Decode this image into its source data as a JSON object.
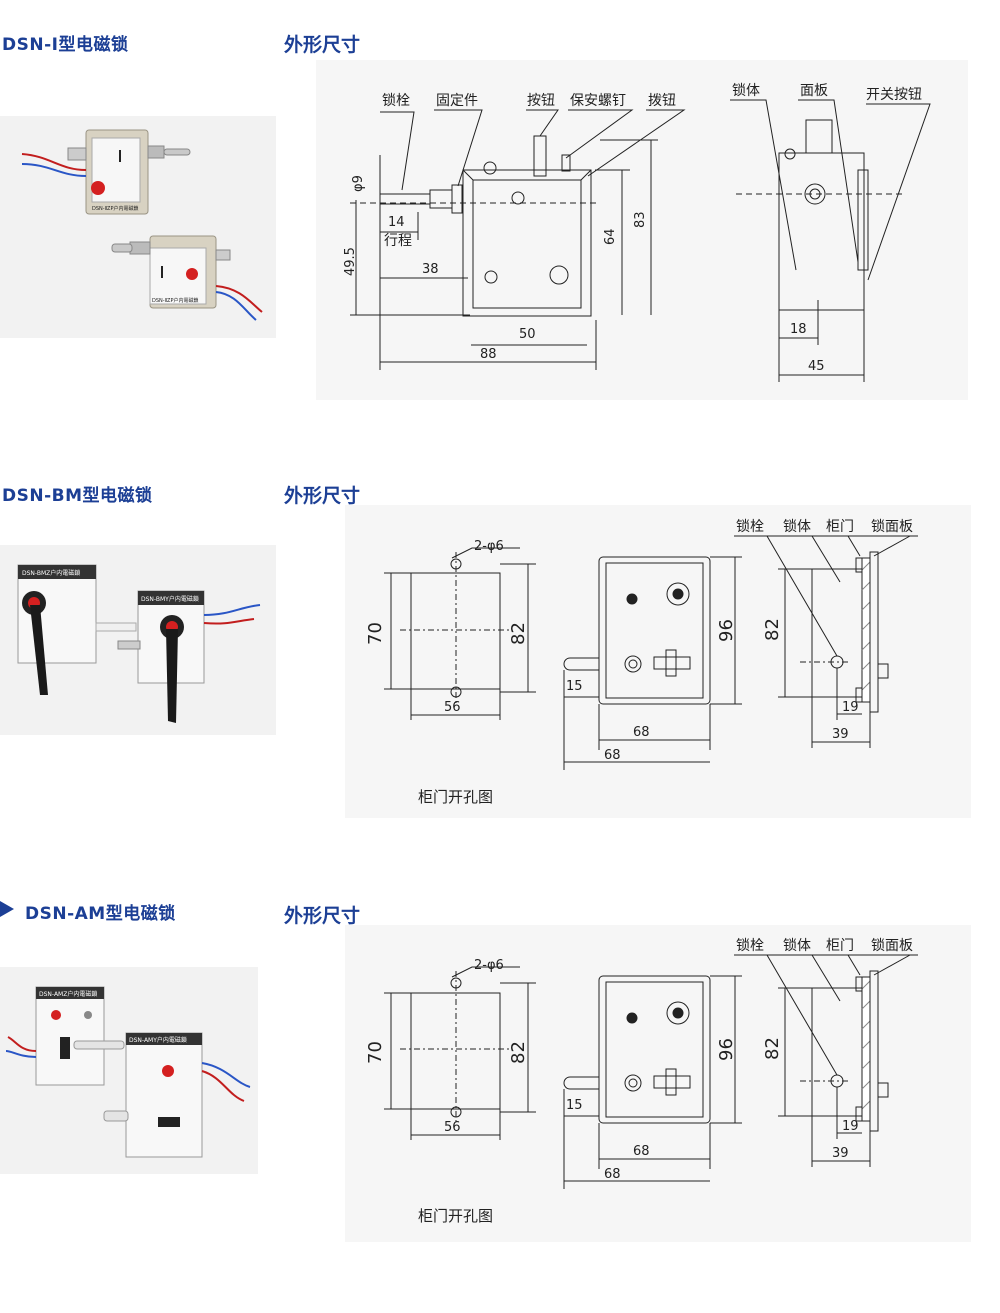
{
  "sections": [
    {
      "product_title": "DSN-Ⅰ型电磁锁",
      "dims_title": "外形尺寸",
      "labels": {
        "lock_bolt": "锁栓",
        "fixing_part": "固定件",
        "button": "按钮",
        "safety_screw": "保安螺钉",
        "toggle_button": "拨钮",
        "lock_body": "锁体",
        "panel": "面板",
        "switch_button": "开关按钮",
        "stroke": "行程"
      },
      "dims": {
        "phi": "φ9",
        "d14": "14",
        "d49_5": "49.5",
        "d38": "38",
        "d64": "64",
        "d83": "83",
        "d50": "50",
        "d88": "88",
        "d18": "18",
        "d45": "45"
      },
      "photo_text": {
        "p1": "DSN-ⅡZP户内電磁鎖",
        "p2": "DSN-ⅡZP户内電磁鎖"
      }
    },
    {
      "product_title": "DSN-BM型电磁锁",
      "dims_title": "外形尺寸",
      "labels": {
        "lock_bolt": "锁栓",
        "lock_body": "锁体",
        "cabinet_door": "柜门",
        "lock_panel": "锁面板",
        "cutout": "柜门开孔图"
      },
      "dims": {
        "holes": "2-φ6",
        "d70": "70",
        "d82": "82",
        "d56": "56",
        "d96": "96",
        "d15": "15",
        "d68a": "68",
        "d68b": "68",
        "d82b": "82",
        "d19": "19",
        "d39": "39"
      },
      "photo_text": {
        "p1": "DSN-BMZ户内電磁鎖",
        "p2": "DSN-BMY户内電磁鎖"
      }
    },
    {
      "product_title": "DSN-AM型电磁锁",
      "dims_title": "外形尺寸",
      "labels": {
        "lock_bolt": "锁栓",
        "lock_body": "锁体",
        "cabinet_door": "柜门",
        "lock_panel": "锁面板",
        "cutout": "柜门开孔图"
      },
      "dims": {
        "holes": "2-φ6",
        "d70": "70",
        "d82": "82",
        "d56": "56",
        "d96": "96",
        "d15": "15",
        "d68a": "68",
        "d68b": "68",
        "d82b": "82",
        "d19": "19",
        "d39": "39"
      },
      "photo_text": {
        "p1": "DSN-AMZ户内電磁鎖",
        "p2": "DSN-AMY户内電磁鎖"
      }
    }
  ],
  "colors": {
    "title": "#1c3f95",
    "red_button": "#d42020",
    "panel_bg": "#f6f6f6"
  },
  "icons": {
    "section_marker": "triangle-right-icon"
  }
}
